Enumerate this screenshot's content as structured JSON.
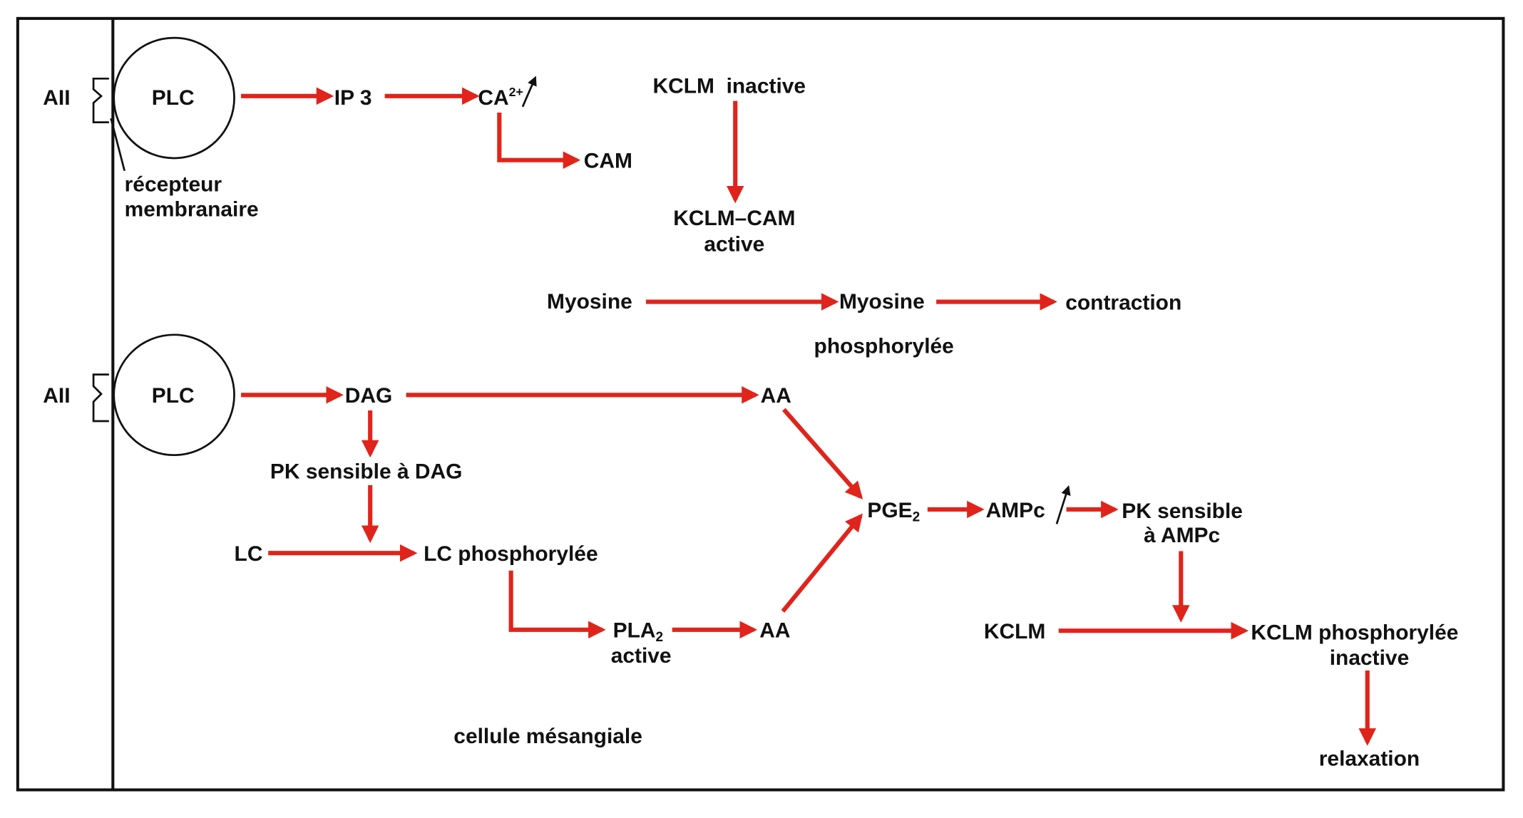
{
  "diagram": {
    "colors": {
      "arrow": "#e0241b",
      "line": "#111111",
      "background": "#ffffff"
    },
    "labels": {
      "all_top": "AII",
      "plc_top": "PLC",
      "ip3": "IP 3",
      "ca": "CA",
      "ca_sup": "2+",
      "cam": "CAM",
      "recepteur_1": "récepteur",
      "recepteur_2": "membranaire",
      "kclm_inactive": "KCLM  inactive",
      "kclm_cam": "KCLM–CAM",
      "kclm_cam_active": "active",
      "myosine": "Myosine",
      "myosine_p": "Myosine",
      "myosine_p2": "phosphorylée",
      "contraction": "contraction",
      "all_bottom": "AII",
      "plc_bottom": "PLC",
      "dag": "DAG",
      "aa_top": "AA",
      "pk_dag": "PK sensible à DAG",
      "lc": "LC",
      "lc_p": "LC phosphorylée",
      "pla2": "PLA",
      "pla2_sub": "2",
      "pla2_active": "active",
      "aa_bottom": "AA",
      "pge2": "PGE",
      "pge2_sub": "2",
      "ampc": "AMPc",
      "pk_ampc_1": "PK sensible",
      "pk_ampc_2": "à AMPc",
      "kclm": "KCLM",
      "kclm_p": "KCLM phosphorylée",
      "kclm_p_inactive": "inactive",
      "relaxation": "relaxation",
      "cell": "cellule mésangiale"
    }
  }
}
